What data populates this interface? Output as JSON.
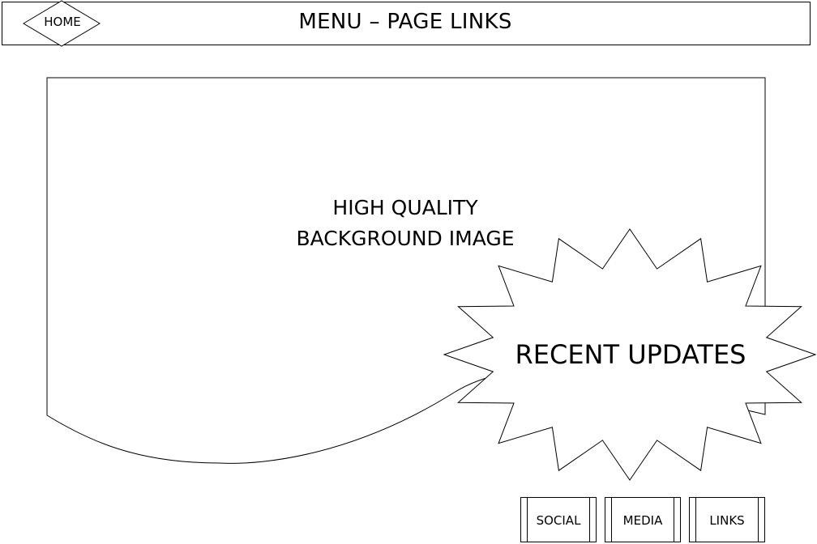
{
  "header": {
    "home_label": "HOME",
    "menu_title": "MENU – PAGE LINKS"
  },
  "hero": {
    "line1": "HIGH QUALITY",
    "line2": "BACKGROUND IMAGE"
  },
  "updates": {
    "label": "RECENT UPDATES"
  },
  "footer": {
    "buttons": [
      "SOCIAL",
      "MEDIA",
      "LINKS"
    ]
  },
  "colors": {
    "stroke": "#000000",
    "background": "#ffffff"
  }
}
